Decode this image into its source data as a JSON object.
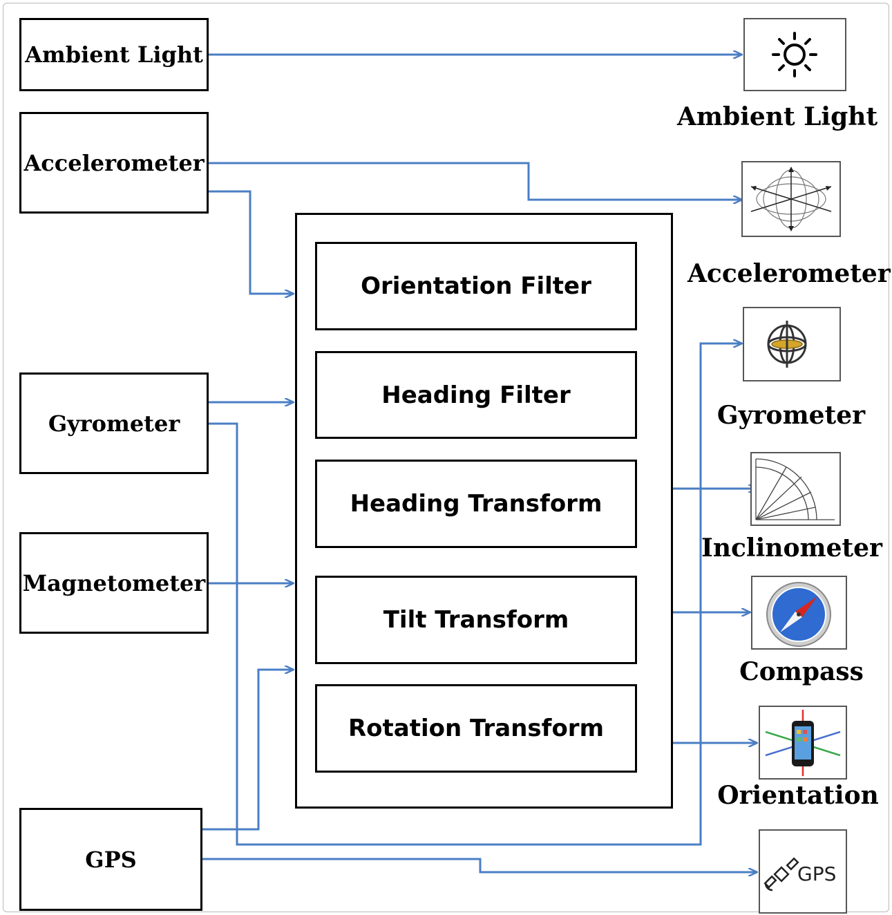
{
  "sensors": {
    "ambient_light": "Ambient Light",
    "accelerometer": "Accelerometer",
    "gyrometer": "Gyrometer",
    "magnetometer": "Magnetometer",
    "gps": "GPS"
  },
  "fusion": {
    "orientation_filter": "Orientation Filter",
    "heading_filter": "Heading Filter",
    "heading_transform": "Heading Transform",
    "tilt_transform": "Tilt Transform",
    "rotation_transform": "Rotation Transform"
  },
  "outputs": {
    "ambient_light": "Ambient Light",
    "accelerometer": "Accelerometer",
    "gyrometer": "Gyrometer",
    "inclinometer": "Inclinometer",
    "compass": "Compass",
    "orientation": "Orientation",
    "gps_icon_text": "GPS"
  },
  "colors": {
    "arrow": "#4a7ec4",
    "border": "#000000"
  }
}
